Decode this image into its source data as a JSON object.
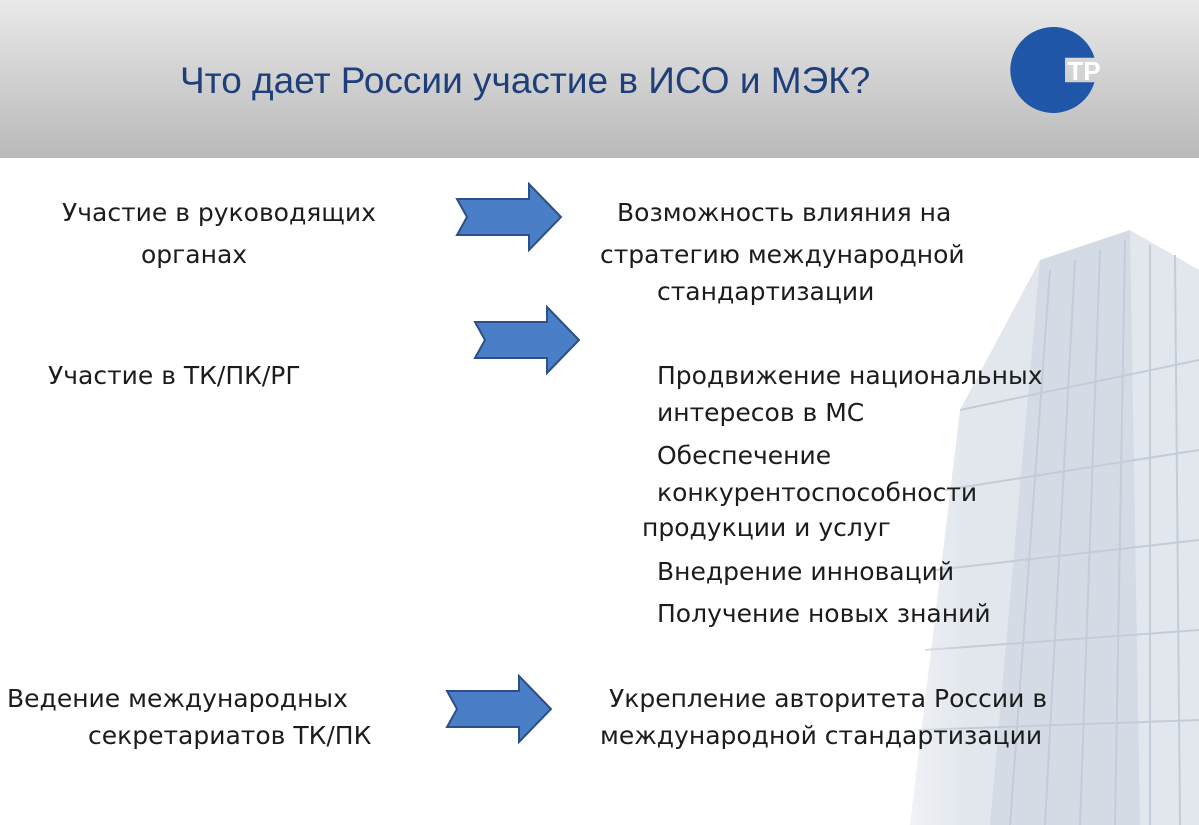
{
  "slide": {
    "title": "Что дает России участие в ИСО и МЭК?",
    "logo_text": "ТР",
    "colors": {
      "title": "#1e3f7a",
      "logo": "#1f56a8",
      "arrow_fill": "#4a7fc7",
      "arrow_stroke": "#2b4f86"
    }
  },
  "rows": {
    "governing": {
      "left_line1": "Участие в руководящих",
      "left_line2": "органах",
      "right_line1": "Возможность влияния на",
      "right_line2": "стратегию международной",
      "right_line3": "стандартизации"
    },
    "tc": {
      "left": "Участие в ТК/ПК/РГ",
      "benefit1_line1": "Продвижение национальных",
      "benefit1_line2": "интересов в МС",
      "benefit2_line1": "Обеспечение",
      "benefit2_line2": "конкурентоспособности",
      "benefit2_line3": "продукции и услуг",
      "benefit3": "Внедрение инноваций",
      "benefit4": "Получение новых знаний"
    },
    "secretariats": {
      "left_line1": "Ведение международных",
      "left_line2": "секретариатов ТК/ПК",
      "right_line1": "Укрепление авторитета России в",
      "right_line2": "международной стандартизации"
    }
  }
}
